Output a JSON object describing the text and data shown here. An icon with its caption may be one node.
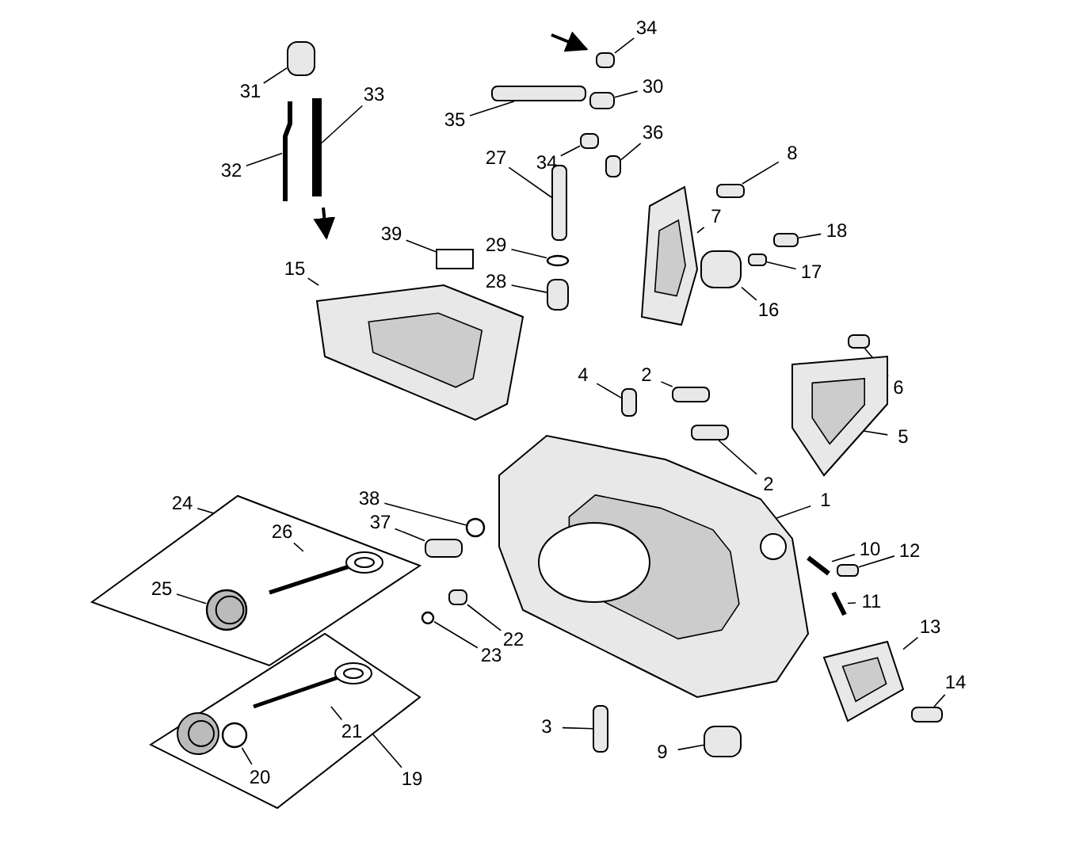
{
  "diagram": {
    "nodes": [
      {
        "text": [
          "31"
        ]
      },
      {
        "text": [],
        "shape": "box"
      },
      {
        "text": [
          "33"
        ]
      },
      {
        "text": [],
        "shape": "bar"
      },
      {
        "text": [
          "32"
        ]
      },
      {
        "text": [],
        "shape": "bar"
      },
      {
        "text": [
          "35"
        ]
      },
      {
        "text": [],
        "shape": "box"
      },
      {
        "text": [
          "34"
        ]
      },
      {
        "text": [],
        "shape": "box"
      },
      {
        "text": [
          "34"
        ]
      },
      {
        "text": [],
        "shape": "box"
      },
      {
        "text": [
          "30"
        ]
      },
      {
        "text": [],
        "shape": "box"
      },
      {
        "text": [
          "36"
        ]
      },
      {
        "text": [],
        "shape": "box"
      },
      {
        "text": [
          "27"
        ]
      },
      {
        "text": [],
        "shape": "box"
      },
      {
        "text": [
          "29"
        ]
      },
      {
        "text": [],
        "shape": "circle"
      },
      {
        "text": [
          "28"
        ]
      },
      {
        "text": [],
        "shape": "box"
      },
      {
        "text": [
          "39"
        ]
      },
      {
        "text": [],
        "shape": "box"
      },
      {
        "text": [
          "15"
        ]
      },
      {
        "text": [],
        "shape": "picture"
      },
      {
        "text": [
          "8"
        ]
      },
      {
        "text": [],
        "shape": "box"
      },
      {
        "text": [
          "7"
        ]
      },
      {
        "text": [],
        "shape": "picture"
      },
      {
        "text": [
          "18"
        ]
      },
      {
        "text": [],
        "shape": "box"
      },
      {
        "text": [
          "17"
        ]
      },
      {
        "text": [],
        "shape": "box"
      },
      {
        "text": [
          "16"
        ]
      },
      {
        "text": [],
        "shape": "box"
      },
      {
        "text": [
          "6"
        ]
      },
      {
        "text": [],
        "shape": "box"
      },
      {
        "text": [
          "5"
        ]
      },
      {
        "text": [],
        "shape": "picture"
      },
      {
        "text": [
          "4"
        ]
      },
      {
        "text": [],
        "shape": "box"
      },
      {
        "text": [
          "2"
        ]
      },
      {
        "text": [],
        "shape": "box"
      },
      {
        "text": [
          "2"
        ]
      },
      {
        "text": [],
        "shape": "box"
      },
      {
        "text": [
          "1"
        ]
      },
      {
        "text": [],
        "shape": "picture"
      },
      {
        "text": [
          "24"
        ]
      },
      {
        "text": [],
        "shape": "box"
      },
      {
        "text": [
          "26"
        ],
        "in": 49
      },
      {
        "text": [],
        "shape": "picture",
        "in": 49
      },
      {
        "text": [
          "25"
        ],
        "in": 49
      },
      {
        "text": [],
        "shape": "circle",
        "in": 49
      },
      {
        "text": [
          "38"
        ]
      },
      {
        "text": [],
        "shape": "circle"
      },
      {
        "text": [
          "37"
        ]
      },
      {
        "text": [],
        "shape": "box"
      },
      {
        "text": [
          "22"
        ]
      },
      {
        "text": [],
        "shape": "box"
      },
      {
        "text": [
          "23"
        ]
      },
      {
        "text": [],
        "shape": "circle"
      },
      {
        "text": [
          "10"
        ]
      },
      {
        "text": [],
        "shape": "bar"
      },
      {
        "text": [
          "12"
        ]
      },
      {
        "text": [],
        "shape": "box"
      },
      {
        "text": [
          "11"
        ]
      },
      {
        "text": [],
        "shape": "bar"
      },
      {
        "text": [
          "13"
        ]
      },
      {
        "text": [],
        "shape": "picture"
      },
      {
        "text": [
          "14"
        ]
      },
      {
        "text": [],
        "shape": "box"
      },
      {
        "text": [
          "3"
        ]
      },
      {
        "text": [],
        "shape": "box"
      },
      {
        "text": [
          "9"
        ]
      },
      {
        "text": [],
        "shape": "box"
      },
      {
        "text": [
          "19"
        ]
      },
      {
        "text": [],
        "shape": "box"
      },
      {
        "text": [
          "21"
        ],
        "in": 77
      },
      {
        "text": [],
        "shape": "picture",
        "in": 77
      },
      {
        "text": [
          "20"
        ],
        "in": 77
      },
      {
        "text": [],
        "shape": "circle",
        "in": 77
      }
    ],
    "edges": [
      {
        "from": 0,
        "to": 1,
        "arrow": "none"
      },
      {
        "from": 2,
        "to": 3,
        "arrow": "none"
      },
      {
        "from": 4,
        "to": 5,
        "arrow": "none"
      },
      {
        "from": 6,
        "to": 7,
        "arrow": "none"
      },
      {
        "from": 8,
        "to": 9,
        "arrow": "none"
      },
      {
        "from": 10,
        "to": 11,
        "arrow": "none"
      },
      {
        "from": 12,
        "to": 13,
        "arrow": "none"
      },
      {
        "from": 14,
        "to": 15,
        "arrow": "none"
      },
      {
        "from": 16,
        "to": 17,
        "arrow": "none"
      },
      {
        "from": 18,
        "to": 19,
        "arrow": "none"
      },
      {
        "from": 20,
        "to": 21,
        "arrow": "none"
      },
      {
        "from": 22,
        "to": 23,
        "arrow": "none"
      },
      {
        "from": 24,
        "to": 25,
        "arrow": "none"
      },
      {
        "from": 26,
        "to": 27,
        "arrow": "none"
      },
      {
        "from": 28,
        "to": 29,
        "arrow": "none"
      },
      {
        "from": 30,
        "to": 31,
        "arrow": "none"
      },
      {
        "from": 32,
        "to": 33,
        "arrow": "none"
      },
      {
        "from": 34,
        "to": 35,
        "arrow": "none"
      },
      {
        "from": 36,
        "to": 37,
        "arrow": "none"
      },
      {
        "from": 38,
        "to": 39,
        "arrow": "none"
      },
      {
        "from": 40,
        "to": 41,
        "arrow": "none"
      },
      {
        "from": 42,
        "to": 43,
        "arrow": "none"
      },
      {
        "from": 44,
        "to": 45,
        "arrow": "none"
      },
      {
        "from": 46,
        "to": 47,
        "arrow": "none"
      },
      {
        "from": 48,
        "to": 49,
        "arrow": "none"
      },
      {
        "from": 50,
        "to": 51,
        "arrow": "none"
      },
      {
        "from": 52,
        "to": 53,
        "arrow": "none"
      },
      {
        "from": 54,
        "to": 55,
        "arrow": "none"
      },
      {
        "from": 56,
        "to": 57,
        "arrow": "none"
      },
      {
        "from": 58,
        "to": 59,
        "arrow": "none"
      },
      {
        "from": 60,
        "to": 61,
        "arrow": "none"
      },
      {
        "from": 62,
        "to": 63,
        "arrow": "none"
      },
      {
        "from": 64,
        "to": 65,
        "arrow": "none"
      },
      {
        "from": 66,
        "to": 67,
        "arrow": "none"
      },
      {
        "from": 68,
        "to": 69,
        "arrow": "none"
      },
      {
        "from": 70,
        "to": 71,
        "arrow": "none"
      },
      {
        "from": 72,
        "to": 73,
        "arrow": "none"
      },
      {
        "from": 74,
        "to": 75,
        "arrow": "none"
      },
      {
        "from": 76,
        "to": 77,
        "arrow": "none"
      },
      {
        "from": 78,
        "to": 79,
        "arrow": "none"
      },
      {
        "from": 80,
        "to": 81,
        "arrow": "none"
      }
    ]
  }
}
